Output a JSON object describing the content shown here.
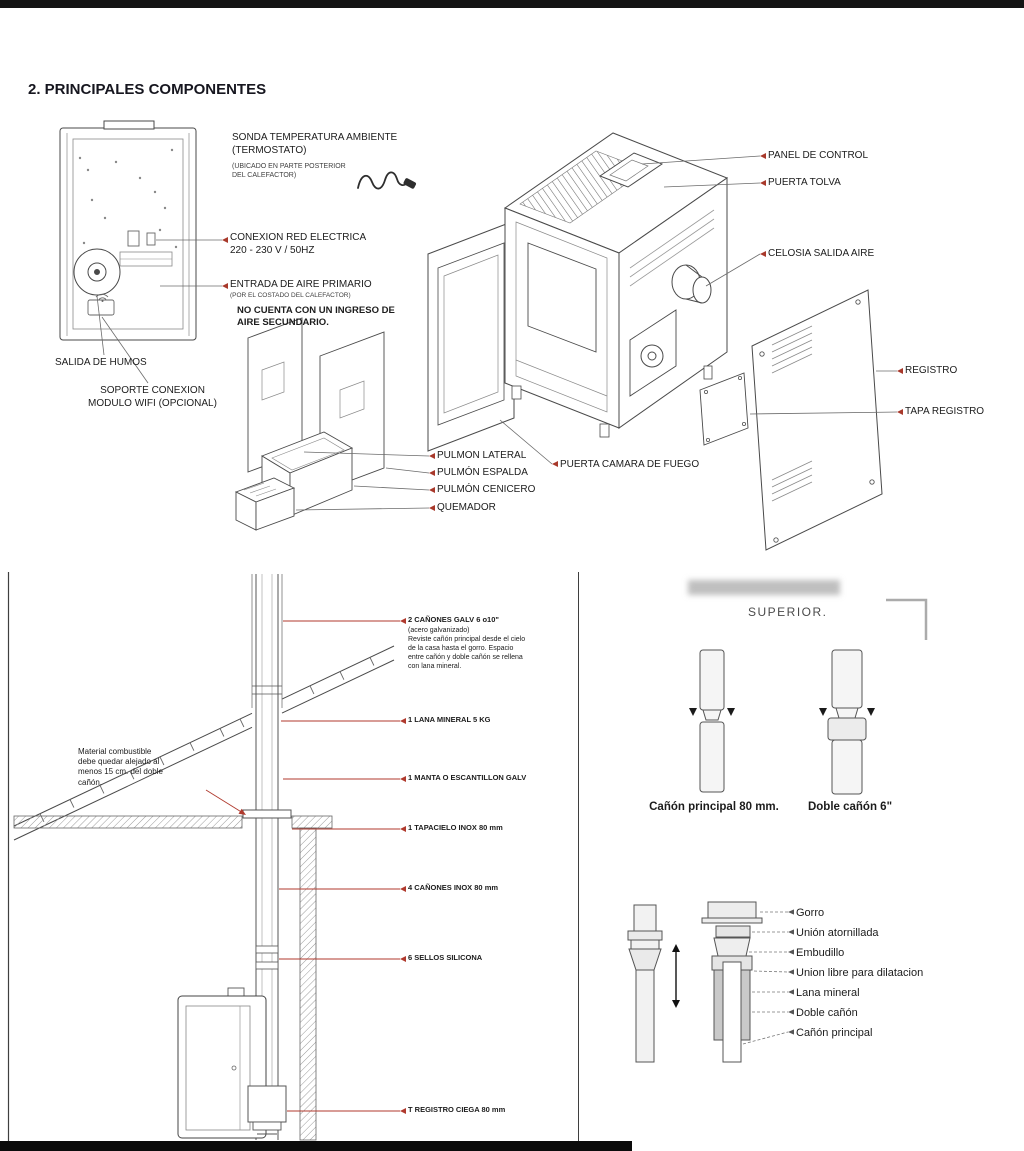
{
  "colors": {
    "accent_red": "#b03a2e",
    "ink": "#1c1c1c",
    "line_gray": "#4a4a4a",
    "bar_black": "#141414"
  },
  "page": {
    "title": "2. PRINCIPALES COMPONENTES"
  },
  "back_view": {
    "sonda_title": "SONDA TEMPERATURA AMBIENTE\n(TERMOSTATO)",
    "sonda_sub": "(UBICADO EN PARTE POSTERIOR\nDEL CALEFACTOR)",
    "conexion": "CONEXION RED ELECTRICA\n220 - 230 V / 50HZ",
    "entrada": "ENTRADA DE AIRE PRIMARIO",
    "entrada_sub": "(POR EL COSTADO DEL CALEFACTOR)",
    "aviso": "NO CUENTA CON UN INGRESO DE\nAIRE SECUNDARIO.",
    "salida_humos": "SALIDA DE HUMOS",
    "soporte_wifi": "SOPORTE CONEXION\nMODULO WIFI (OPCIONAL)"
  },
  "exploded": {
    "panel_control": "PANEL DE CONTROL",
    "puerta_tolva": "PUERTA TOLVA",
    "celosia": "CELOSIA SALIDA AIRE",
    "registro": "REGISTRO",
    "tapa_registro": "TAPA REGISTRO",
    "pulmon_lateral": "PULMON LATERAL",
    "pulmon_espalda": "PULMÓN ESPALDA",
    "pulmon_cenicero": "PULMÓN CENICERO",
    "quemador": "QUEMADOR",
    "puerta_camara": "PUERTA CAMARA DE FUEGO"
  },
  "installation": {
    "note": "Material combustible\ndebe quedar alejado al\nmenos 15 cm. del doble\ncañón.",
    "parts": [
      {
        "label": "2 CAÑONES GALV 6 o10\"",
        "desc": "(acero galvanizado)\nReviste cañón principal desde el cielo\nde la casa hasta el gorro. Espacio\nentre cañón y doble cañón se rellena\ncon lana mineral."
      },
      {
        "label": "1 LANA MINERAL 5 KG"
      },
      {
        "label": "1 MANTA O ESCANTILLON GALV"
      },
      {
        "label": "1 TAPACIELO INOX 80 mm"
      },
      {
        "label": "4 CAÑONES INOX 80 mm"
      },
      {
        "label": "6 SELLOS SILICONA"
      },
      {
        "label": "T REGISTRO CIEGA 80 mm"
      }
    ]
  },
  "detail": {
    "heading": "SUPERIOR.",
    "pipe_main_caption": "Cañón principal 80 mm.",
    "pipe_double_caption": "Doble cañón 6\"",
    "labels": [
      "Gorro",
      "Unión atornillada",
      "Embudillo",
      "Union libre para dilatacion",
      "Lana mineral",
      "Doble cañón",
      "Cañón principal"
    ]
  }
}
